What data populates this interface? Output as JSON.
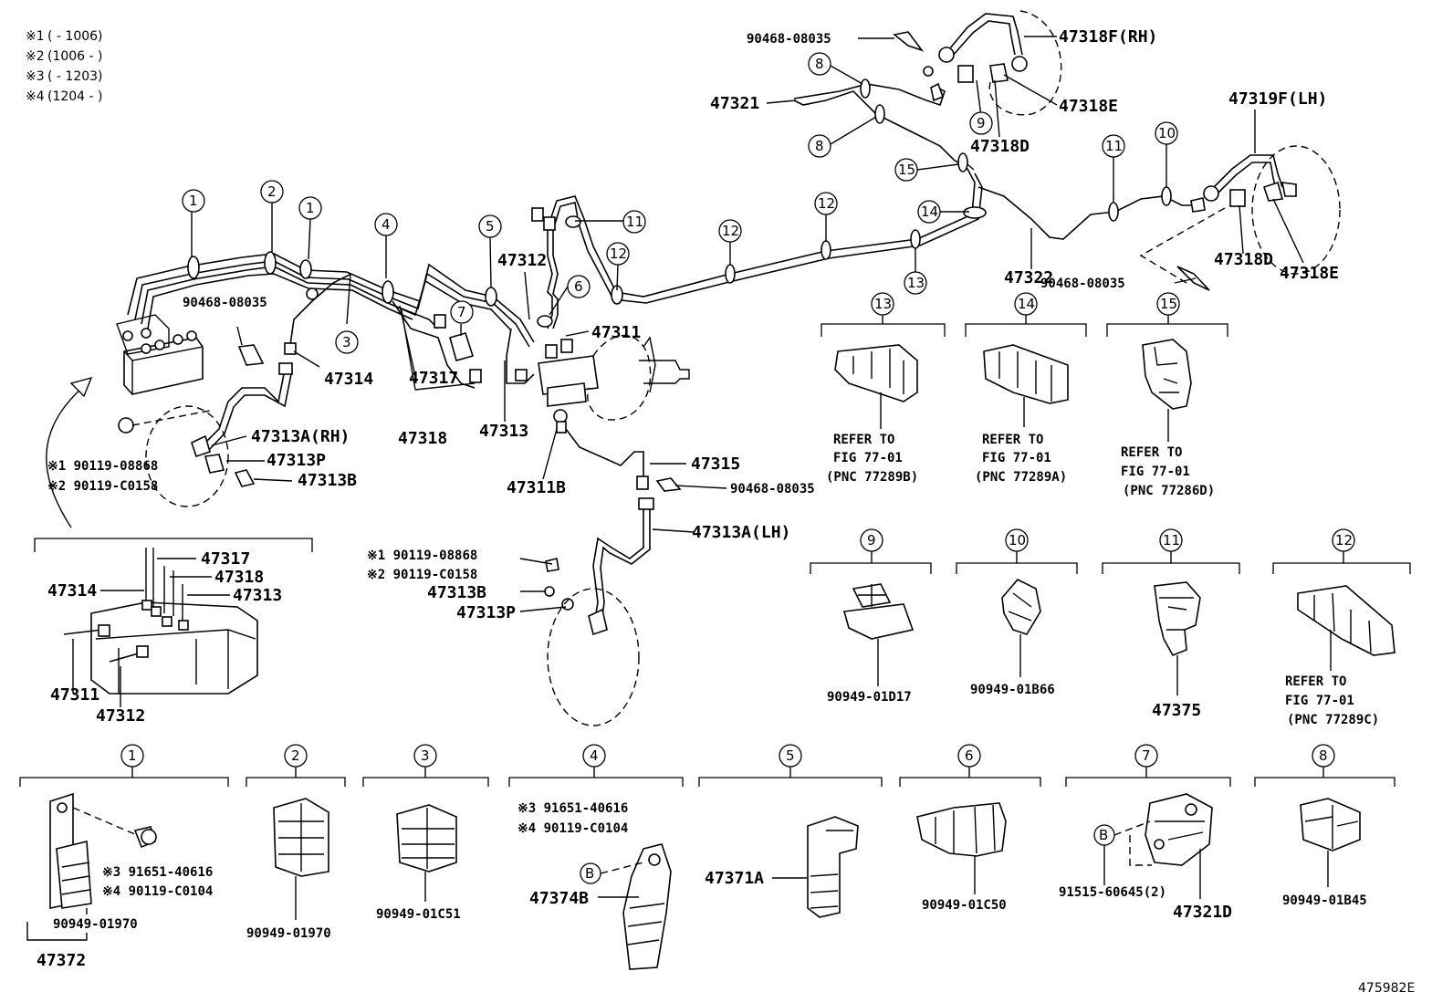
{
  "notes": [
    {
      "mark": "※1",
      "text": "(        - 1006)"
    },
    {
      "mark": "※2",
      "text": "(1006 -        )"
    },
    {
      "mark": "※3",
      "text": "(        - 1203)"
    },
    {
      "mark": "※4",
      "text": "(1204 -        )"
    }
  ],
  "figure_number": "475982E",
  "labels": {
    "p47318F_RH": "47318F(RH)",
    "p47318E_top": "47318E",
    "p47318D_top": "47318D",
    "p47321": "47321",
    "p90468_top": "90468-08035",
    "p47319F_LH": "47319F(LH)",
    "p47318D_right": "47318D",
    "p47318E_right": "47318E",
    "p47322": "47322",
    "p90468_right": "90468-08035",
    "p47312": "47312",
    "p47311": "47311",
    "p90468_left": "90468-08035",
    "p47314": "47314",
    "p47317": "47317",
    "p47318": "47318",
    "p47313": "47313",
    "p47311B": "47311B",
    "p47315": "47315",
    "p90468_mid": "90468-08035",
    "p47313A_RH": "47313A(RH)",
    "p47313P_top": "47313P",
    "p47313B_top": "47313B",
    "p90119_08868_top": "※1 90119-08868",
    "p90119_C0158_top": "※2 90119-C0158",
    "p47313A_LH": "47313A(LH)",
    "p90119_08868_mid": "※1 90119-08868",
    "p90119_C0158_mid": "※2 90119-C0158",
    "p47313B_mid": "47313B",
    "p47313P_mid": "47313P",
    "inset_47317": "47317",
    "inset_47318": "47318",
    "inset_47313": "47313",
    "inset_47314": "47314",
    "inset_47311": "47311",
    "inset_47312": "47312"
  },
  "refer_blocks": [
    {
      "num": "13",
      "lines": [
        "REFER TO",
        "FIG 77-01",
        "(PNC 77289B)"
      ]
    },
    {
      "num": "14",
      "lines": [
        "REFER TO",
        "FIG 77-01",
        "(PNC 77289A)"
      ]
    },
    {
      "num": "15",
      "lines": [
        "REFER TO",
        "FIG 77-01",
        "(PNC 77286D)"
      ]
    }
  ],
  "clips_mid": [
    {
      "num": "9",
      "part": "90949-01D17"
    },
    {
      "num": "10",
      "part": "90949-01B66"
    },
    {
      "num": "11",
      "part": "47375"
    },
    {
      "num": "12",
      "lines": [
        "REFER TO",
        "FIG 77-01",
        "(PNC 77289C)"
      ]
    }
  ],
  "clips_bottom": [
    {
      "num": "1",
      "part": "90949-01970",
      "extra": [
        "※3 91651-40616",
        "※4 90119-C0104"
      ],
      "assy": "47372"
    },
    {
      "num": "2",
      "part": "90949-01970"
    },
    {
      "num": "3",
      "part": "90949-01C51"
    },
    {
      "num": "4",
      "part": "47374B",
      "extra": [
        "※3 91651-40616",
        "※4 90119-C0104"
      ],
      "bolt": "B"
    },
    {
      "num": "5",
      "part": "47371A"
    },
    {
      "num": "6",
      "part": "90949-01C50"
    },
    {
      "num": "7",
      "part": "47321D",
      "extra": [
        "91515-60645(2)"
      ],
      "bolt": "B"
    },
    {
      "num": "8",
      "part": "90949-01B45"
    }
  ],
  "callouts_main": [
    "1",
    "2",
    "1",
    "4",
    "5",
    "6",
    "7",
    "3",
    "11",
    "12",
    "12",
    "12",
    "14",
    "13",
    "15",
    "8",
    "8",
    "9",
    "11",
    "10"
  ]
}
